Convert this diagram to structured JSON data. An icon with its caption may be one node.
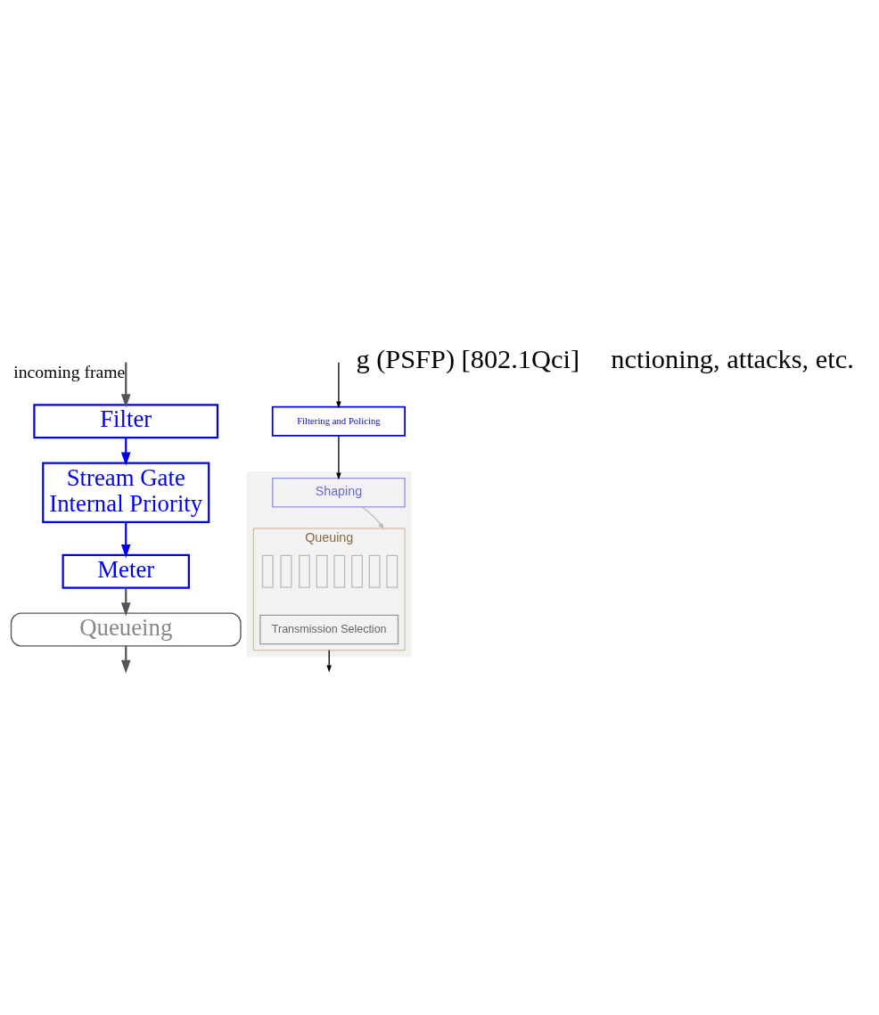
{
  "diagram": {
    "nodes": [
      {
        "text": [
          "Filter"
        ]
      },
      {
        "text": [
          "Stream Gate",
          "Internal Priority"
        ]
      },
      {
        "text": [
          "Meter"
        ]
      },
      {
        "text": [
          "Queueing"
        ]
      },
      {
        "text": [
          "Filtering and Policing"
        ]
      },
      {
        "text": [],
        "shape": "box"
      },
      {
        "text": [
          "Shaping"
        ],
        "in": 5
      },
      {
        "text": [
          "Queuing"
        ],
        "in": 5
      },
      {
        "text": [],
        "shape": "bar",
        "in": 7
      },
      {
        "text": [],
        "shape": "bar",
        "in": 7
      },
      {
        "text": [],
        "shape": "bar",
        "in": 7
      },
      {
        "text": [],
        "shape": "bar",
        "in": 7
      },
      {
        "text": [],
        "shape": "bar",
        "in": 7
      },
      {
        "text": [],
        "shape": "bar",
        "in": 7
      },
      {
        "text": [],
        "shape": "bar",
        "in": 7
      },
      {
        "text": [],
        "shape": "bar",
        "in": 7
      },
      {
        "text": [
          "Transmission Selection"
        ],
        "in": 7
      }
    ],
    "edges": [
      {
        "from": null,
        "to": 0,
        "arrow": "to",
        "label": "incoming frame",
        "color": "#555555"
      },
      {
        "from": 0,
        "to": 1,
        "arrow": "to",
        "color": "#0000ee"
      },
      {
        "from": 1,
        "to": 2,
        "arrow": "to",
        "color": "#0000ee"
      },
      {
        "from": 2,
        "to": 3,
        "arrow": "to",
        "color": "#555555"
      },
      {
        "from": 3,
        "to": null,
        "arrow": "to",
        "color": "#555555"
      },
      {
        "from": null,
        "to": 4,
        "arrow": "to",
        "color": "#000000"
      },
      {
        "from": 4,
        "to": 6,
        "arrow": "to",
        "color": "#000000"
      },
      {
        "from": 6,
        "to": 7,
        "arrow": "to",
        "color": "#bbbbbb"
      },
      {
        "from": 7,
        "to": null,
        "arrow": "to",
        "color": "#000000"
      }
    ],
    "labels": [
      "g (PSFP) [802.1Qci]",
      "nctioning, attacks, etc."
    ]
  }
}
